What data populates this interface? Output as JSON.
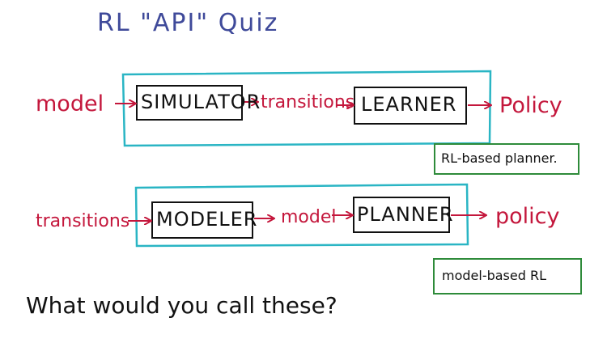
{
  "title": "RL \"API\" Quiz",
  "colors": {
    "title": "#3f4a9a",
    "arrow_text": "#c4173c",
    "container": "#2ab5c4",
    "answer_box": "#2e8b3a",
    "box_outline": "#111111"
  },
  "row1": {
    "input": "model",
    "box1": "SIMULATOR",
    "middle": "transitions",
    "box2": "LEARNER",
    "output": "Policy",
    "answer": "RL-based planner."
  },
  "row2": {
    "input": "transitions",
    "box1": "MODELER",
    "middle": "model",
    "box2": "PLANNER",
    "output": "policy",
    "answer": "model-based RL"
  },
  "question": "What would you call these?"
}
